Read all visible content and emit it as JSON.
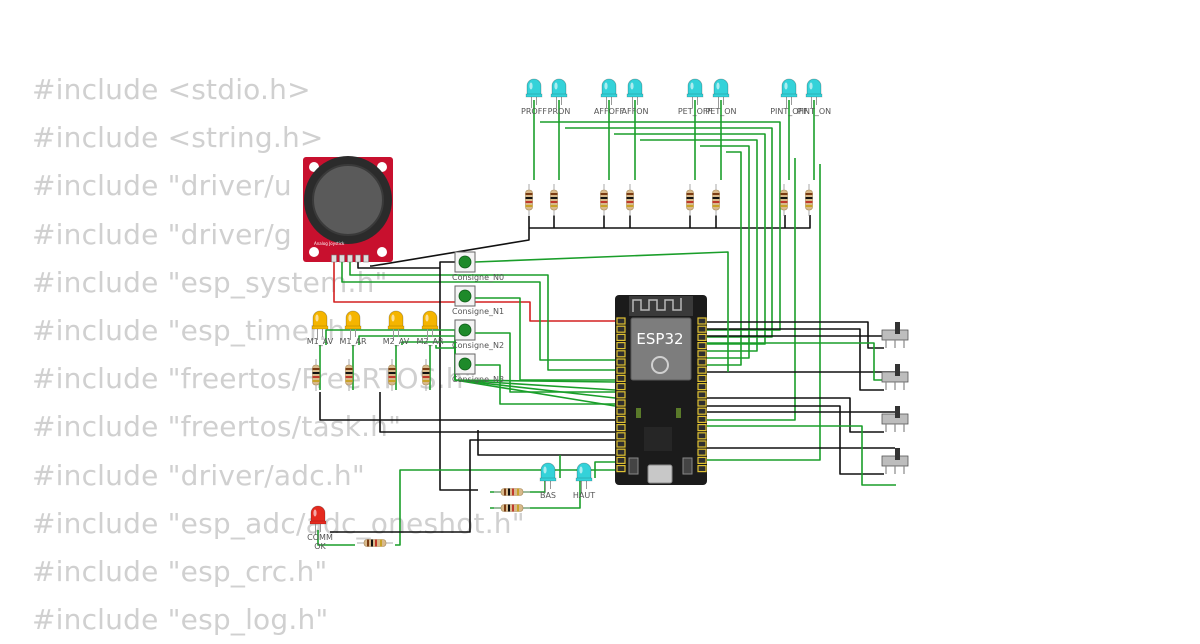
{
  "code_lines": [
    "#include <stdio.h>",
    "#include <string.h>",
    "#include \"driver/u",
    "#include \"driver/g",
    "#include \"esp_system.h\"",
    "#include \"esp_timer.h\"",
    "#include \"freertos/FreeRTOS.h\"",
    "#include \"freertos/task.h\"",
    "#include \"driver/adc.h\"",
    "#include \"esp_adc/adc_oneshot.h\"",
    "#include \"esp_crc.h\"",
    "#include \"esp_log.h\""
  ],
  "esp32": {
    "label": "ESP32"
  },
  "top_leds": [
    "PROFF",
    "PRON",
    "AFFOFF",
    "AFFON",
    "PET_OFF",
    "PET_ON",
    "PINT_OFF",
    "PINT_ON"
  ],
  "motor_leds": [
    "M1_AV",
    "M1_AR",
    "M2_AV",
    "M2_AR"
  ],
  "buttons": [
    "Consigne_N0",
    "Consigne_N1",
    "Consigne_N2",
    "Consigne_N3"
  ],
  "bottom_leds": [
    "BAS",
    "HAUT"
  ],
  "comm_led": {
    "label": "COMM OK"
  },
  "joystick": {
    "label": "Analog Joystick"
  },
  "colors": {
    "code_text": "#d0d0d0",
    "wire_green": "#1a9e2a",
    "wire_black": "#111111",
    "wire_red": "#d42020",
    "led_cyan": "#34d2d9",
    "led_yellow": "#f5b500",
    "led_red": "#e52a1e",
    "joystick_board": "#c8102e",
    "esp_board": "#1b1b1b"
  }
}
